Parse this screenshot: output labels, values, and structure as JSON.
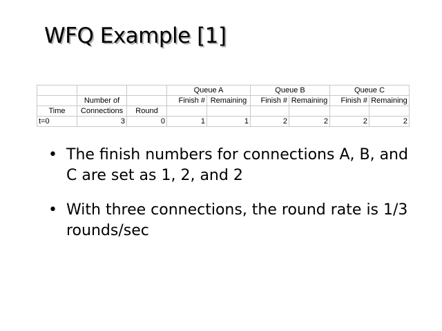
{
  "title": "WFQ Example [1]",
  "table": {
    "row1": [
      "",
      "",
      "",
      "Queue A",
      "Queue B",
      "Queue C"
    ],
    "row2": [
      "",
      "Number of",
      "",
      "Finish #",
      "Remaining",
      "Finish #",
      "Remaining",
      "Finish #",
      "Remaining"
    ],
    "row3": [
      "Time",
      "Connections",
      "Round"
    ],
    "row4": [
      "t=0",
      "3",
      "0",
      "1",
      "1",
      "2",
      "2",
      "2",
      "2"
    ]
  },
  "bullets": [
    "The finish numbers for connections A, B, and C are set as 1, 2, and 2",
    "With three connections, the round rate is 1/3 rounds/sec"
  ],
  "bullet_glyph": "•"
}
